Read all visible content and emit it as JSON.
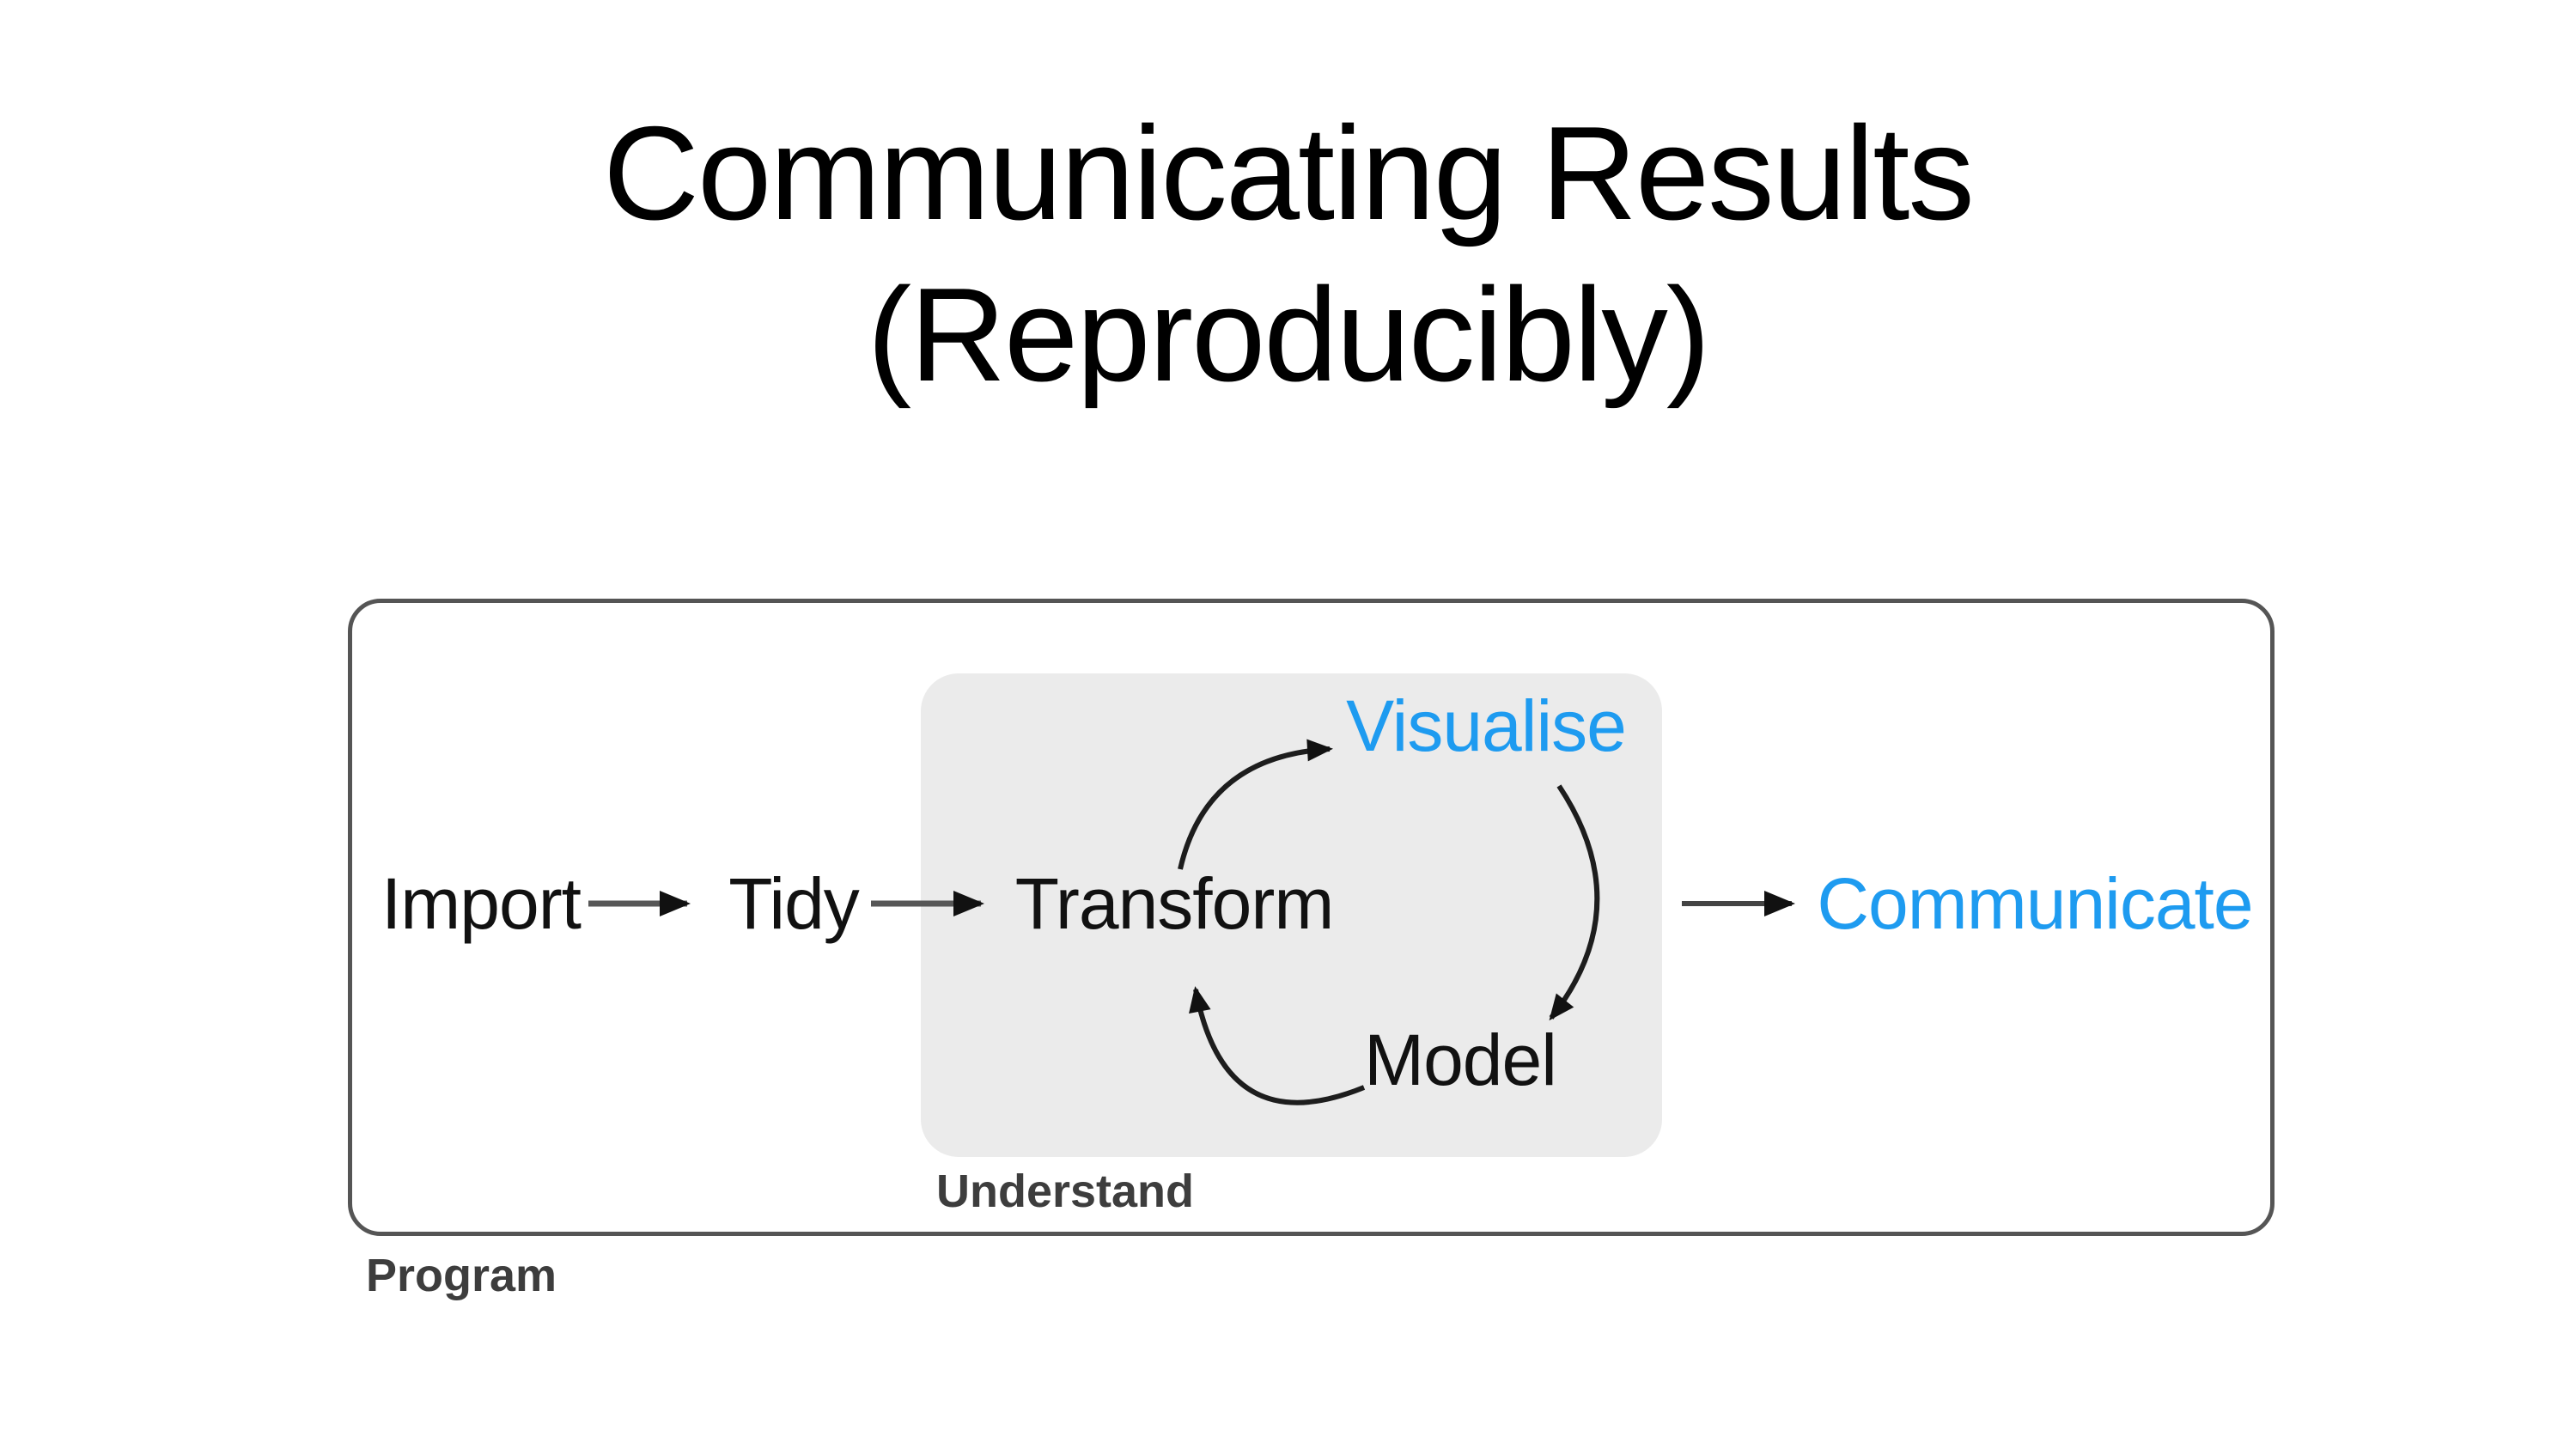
{
  "slide": {
    "title": {
      "line1": "Communicating Results",
      "line2": "(Reproducibly)"
    }
  },
  "diagram": {
    "nodes": {
      "import": "Import",
      "tidy": "Tidy",
      "transform": "Transform",
      "visualise": "Visualise",
      "model": "Model",
      "communicate": "Communicate"
    },
    "groups": {
      "understand": "Understand",
      "program": "Program"
    },
    "edges": [
      {
        "from": "Import",
        "to": "Tidy",
        "style": "straight"
      },
      {
        "from": "Tidy",
        "to": "Transform",
        "style": "straight"
      },
      {
        "from": "Transform",
        "to": "Visualise",
        "style": "curved"
      },
      {
        "from": "Visualise",
        "to": "Model",
        "style": "curved"
      },
      {
        "from": "Model",
        "to": "Transform",
        "style": "curved"
      },
      {
        "from": "Understand",
        "to": "Communicate",
        "style": "straight"
      }
    ],
    "colors": {
      "highlight_blue": "#1E9BF0",
      "understand_box_fill": "#EBEBEB",
      "outer_box_border": "#555555",
      "group_label_gray": "#3D3D3D",
      "node_text": "#111111",
      "arrow": "#222222"
    }
  }
}
